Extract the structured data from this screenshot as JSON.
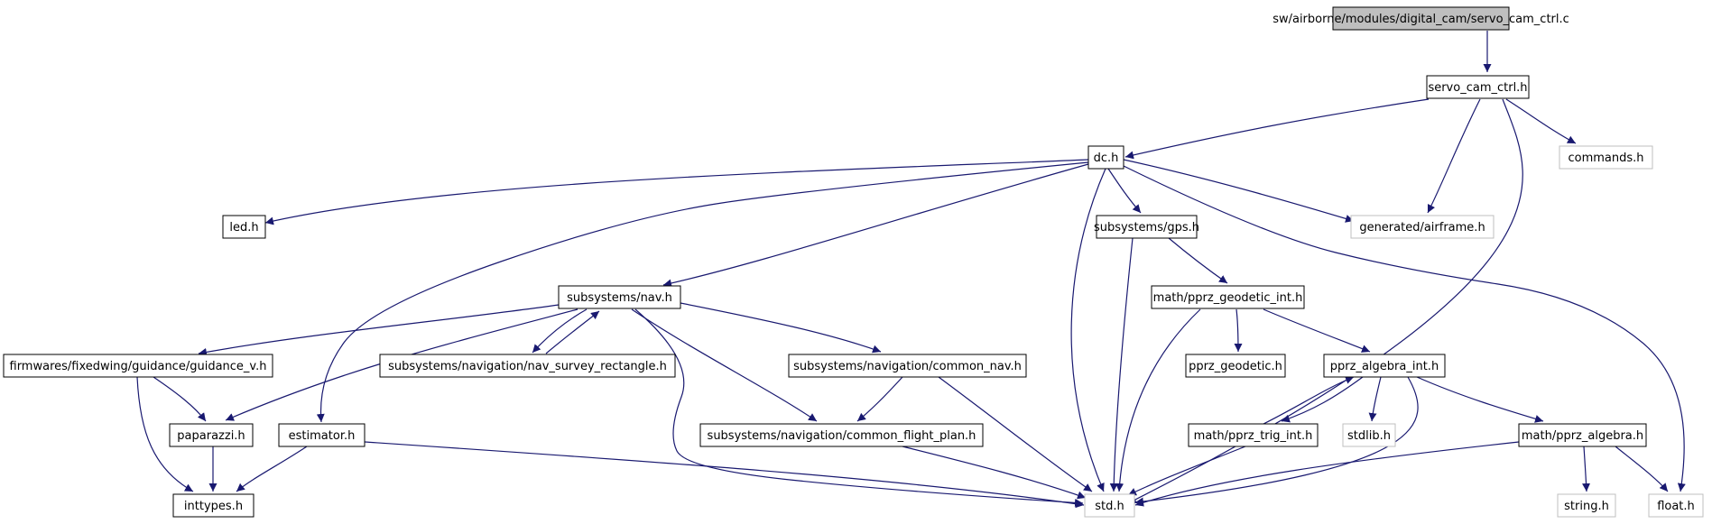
{
  "nodes": [
    {
      "id": "root",
      "label": "sw/airborne/modules/digital_cam/servo_cam_ctrl.c",
      "style": "root"
    },
    {
      "id": "servo",
      "label": "servo_cam_ctrl.h",
      "style": "normal"
    },
    {
      "id": "dc",
      "label": "dc.h",
      "style": "normal"
    },
    {
      "id": "commands",
      "label": "commands.h",
      "style": "missing"
    },
    {
      "id": "led",
      "label": "led.h",
      "style": "normal"
    },
    {
      "id": "gps",
      "label": "subsystems/gps.h",
      "style": "normal"
    },
    {
      "id": "airframe",
      "label": "generated/airframe.h",
      "style": "missing"
    },
    {
      "id": "nav",
      "label": "subsystems/nav.h",
      "style": "normal"
    },
    {
      "id": "geoint",
      "label": "math/pprz_geodetic_int.h",
      "style": "normal"
    },
    {
      "id": "guidance",
      "label": "firmwares/fixedwing/guidance/guidance_v.h",
      "style": "normal"
    },
    {
      "id": "survey",
      "label": "subsystems/navigation/nav_survey_rectangle.h",
      "style": "normal"
    },
    {
      "id": "commonnav",
      "label": "subsystems/navigation/common_nav.h",
      "style": "normal"
    },
    {
      "id": "geodetic",
      "label": "pprz_geodetic.h",
      "style": "normal"
    },
    {
      "id": "algint",
      "label": "pprz_algebra_int.h",
      "style": "normal"
    },
    {
      "id": "paparazzi",
      "label": "paparazzi.h",
      "style": "normal"
    },
    {
      "id": "estimator",
      "label": "estimator.h",
      "style": "normal"
    },
    {
      "id": "cfp",
      "label": "subsystems/navigation/common_flight_plan.h",
      "style": "normal"
    },
    {
      "id": "trig",
      "label": "math/pprz_trig_int.h",
      "style": "normal"
    },
    {
      "id": "stdlib",
      "label": "stdlib.h",
      "style": "missing"
    },
    {
      "id": "alg",
      "label": "math/pprz_algebra.h",
      "style": "normal"
    },
    {
      "id": "inttypes",
      "label": "inttypes.h",
      "style": "normal"
    },
    {
      "id": "std",
      "label": "std.h",
      "style": "missing"
    },
    {
      "id": "string",
      "label": "string.h",
      "style": "missing"
    },
    {
      "id": "float",
      "label": "float.h",
      "style": "missing"
    }
  ],
  "edges": [
    [
      "root",
      "servo"
    ],
    [
      "servo",
      "dc"
    ],
    [
      "servo",
      "commands"
    ],
    [
      "servo",
      "airframe"
    ],
    [
      "servo",
      "std"
    ],
    [
      "dc",
      "led"
    ],
    [
      "dc",
      "gps"
    ],
    [
      "dc",
      "airframe"
    ],
    [
      "dc",
      "nav"
    ],
    [
      "dc",
      "estimator"
    ],
    [
      "dc",
      "std"
    ],
    [
      "dc",
      "float"
    ],
    [
      "gps",
      "geoint"
    ],
    [
      "gps",
      "std"
    ],
    [
      "geoint",
      "geodetic"
    ],
    [
      "geoint",
      "algint"
    ],
    [
      "geoint",
      "std"
    ],
    [
      "nav",
      "guidance"
    ],
    [
      "nav",
      "survey"
    ],
    [
      "nav",
      "commonnav"
    ],
    [
      "nav",
      "paparazzi"
    ],
    [
      "nav",
      "cfp"
    ],
    [
      "nav",
      "std"
    ],
    [
      "survey",
      "nav"
    ],
    [
      "guidance",
      "paparazzi"
    ],
    [
      "guidance",
      "inttypes"
    ],
    [
      "commonnav",
      "cfp"
    ],
    [
      "commonnav",
      "std"
    ],
    [
      "cfp",
      "std"
    ],
    [
      "paparazzi",
      "inttypes"
    ],
    [
      "estimator",
      "inttypes"
    ],
    [
      "estimator",
      "std"
    ],
    [
      "algint",
      "trig"
    ],
    [
      "algint",
      "stdlib"
    ],
    [
      "algint",
      "alg"
    ],
    [
      "algint",
      "std"
    ],
    [
      "trig",
      "algint"
    ],
    [
      "trig",
      "std"
    ],
    [
      "alg",
      "std"
    ],
    [
      "alg",
      "string"
    ],
    [
      "alg",
      "float"
    ]
  ],
  "colors": {
    "edge": "#191970",
    "node_border": "#000000",
    "missing_border": "#bfbfbf",
    "root_fill": "#bfbfbf",
    "node_fill": "#ffffff",
    "missing_text": "#000000"
  }
}
